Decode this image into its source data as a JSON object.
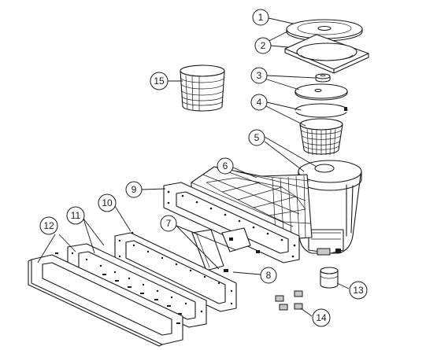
{
  "callouts": [
    {
      "id": "1",
      "label": "1"
    },
    {
      "id": "2",
      "label": "2"
    },
    {
      "id": "3",
      "label": "3"
    },
    {
      "id": "4",
      "label": "4"
    },
    {
      "id": "5",
      "label": "5"
    },
    {
      "id": "6",
      "label": "6"
    },
    {
      "id": "7",
      "label": "7"
    },
    {
      "id": "8",
      "label": "8"
    },
    {
      "id": "9",
      "label": "9"
    },
    {
      "id": "10",
      "label": "10"
    },
    {
      "id": "11",
      "label": "11"
    },
    {
      "id": "12",
      "label": "12"
    },
    {
      "id": "13",
      "label": "13"
    },
    {
      "id": "14",
      "label": "14"
    },
    {
      "id": "15",
      "label": "15"
    }
  ],
  "colors": {
    "line": "#1a1a1a",
    "background": "#ffffff",
    "shade": "#c8c8c8"
  }
}
